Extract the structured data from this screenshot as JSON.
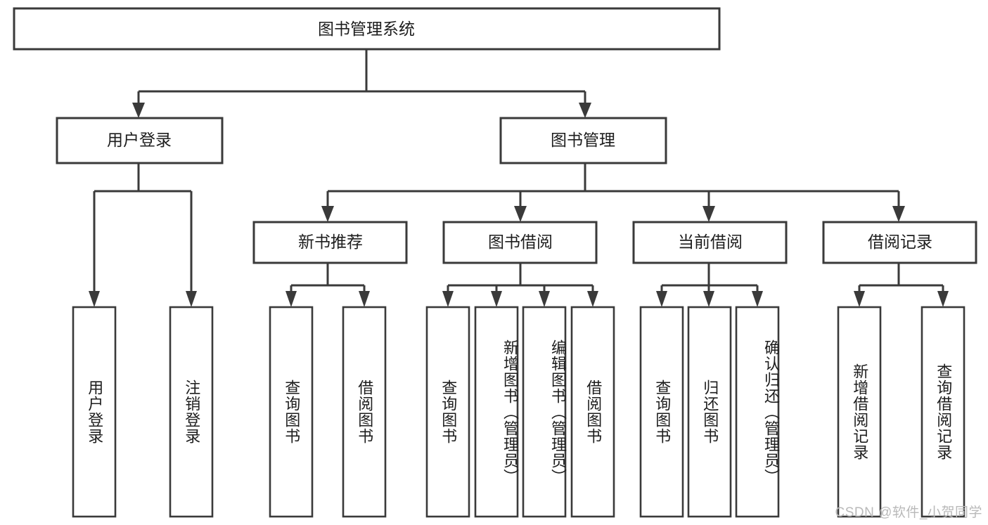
{
  "diagram": {
    "type": "tree",
    "title": "图书管理系统",
    "orientation": "top-down",
    "root": {
      "id": "root",
      "label": "图书管理系统",
      "level": 0
    },
    "level2": [
      {
        "id": "user-login",
        "label": "用户登录"
      },
      {
        "id": "book-manage",
        "label": "图书管理"
      }
    ],
    "level3": [
      {
        "id": "new-book-rec",
        "label": "新书推荐",
        "parent": "book-manage"
      },
      {
        "id": "book-borrow",
        "label": "图书借阅",
        "parent": "book-manage"
      },
      {
        "id": "current-borrow",
        "label": "当前借阅",
        "parent": "book-manage"
      },
      {
        "id": "borrow-record",
        "label": "借阅记录",
        "parent": "book-manage"
      }
    ],
    "leaves": [
      {
        "id": "leaf-user-login",
        "label": "用户登录",
        "parent": "user-login"
      },
      {
        "id": "leaf-logout",
        "label": "注销登录",
        "parent": "user-login"
      },
      {
        "id": "leaf-query-book-1",
        "label": "查询图书",
        "parent": "new-book-rec"
      },
      {
        "id": "leaf-borrow-book-1",
        "label": "借阅图书",
        "parent": "new-book-rec"
      },
      {
        "id": "leaf-query-book-2",
        "label": "查询图书",
        "parent": "book-borrow"
      },
      {
        "id": "leaf-add-book",
        "label": "新增图书（管理员）",
        "parent": "book-borrow"
      },
      {
        "id": "leaf-edit-book",
        "label": "编辑图书（管理员）",
        "parent": "book-borrow"
      },
      {
        "id": "leaf-borrow-book-2",
        "label": "借阅图书",
        "parent": "book-borrow"
      },
      {
        "id": "leaf-query-book-3",
        "label": "查询图书",
        "parent": "current-borrow"
      },
      {
        "id": "leaf-return-book",
        "label": "归还图书",
        "parent": "current-borrow"
      },
      {
        "id": "leaf-confirm-return",
        "label": "确认归还（管理员）",
        "parent": "current-borrow"
      },
      {
        "id": "leaf-add-record",
        "label": "新增借阅记录",
        "parent": "borrow-record"
      },
      {
        "id": "leaf-query-record",
        "label": "查询借阅记录",
        "parent": "borrow-record"
      }
    ],
    "colors": {
      "stroke": "#3a3a3a",
      "fill": "#ffffff",
      "text": "#1d1d1d",
      "watermark": "#b9b9b9"
    }
  },
  "watermark": {
    "text": "CSDN @软件_小贺同学"
  }
}
